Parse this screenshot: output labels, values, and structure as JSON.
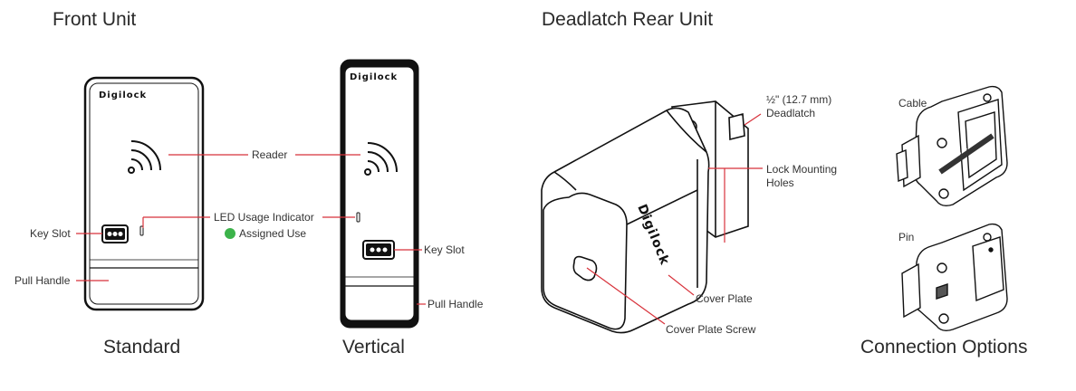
{
  "headings": {
    "front_unit": "Front Unit",
    "rear_unit": "Deadlatch Rear Unit"
  },
  "captions": {
    "standard": "Standard",
    "vertical": "Vertical",
    "connection_options": "Connection Options"
  },
  "brand": "Digilock",
  "brand_rear": "Digilock",
  "callouts": {
    "reader": "Reader",
    "led_usage_indicator": "LED Usage Indicator",
    "assigned_use": "Assigned Use",
    "key_slot_left": "Key Slot",
    "pull_handle_left": "Pull Handle",
    "key_slot_right": "Key Slot",
    "pull_handle_right": "Pull Handle",
    "deadlatch_line1": "½\" (12.7 mm)",
    "deadlatch_line2": "Deadlatch",
    "lock_mounting_line1": "Lock Mounting",
    "lock_mounting_line2": "Holes",
    "cover_plate": "Cover Plate",
    "cover_plate_screw": "Cover Plate Screw",
    "cable": "Cable",
    "pin": "Pin"
  },
  "colors": {
    "callout_line": "#d8323b",
    "assigned_use_led": "#3cb34a",
    "outline": "#111111"
  },
  "icons": {
    "reader": "wireless-signal-icon",
    "assigned_use": "green-dot-icon"
  }
}
